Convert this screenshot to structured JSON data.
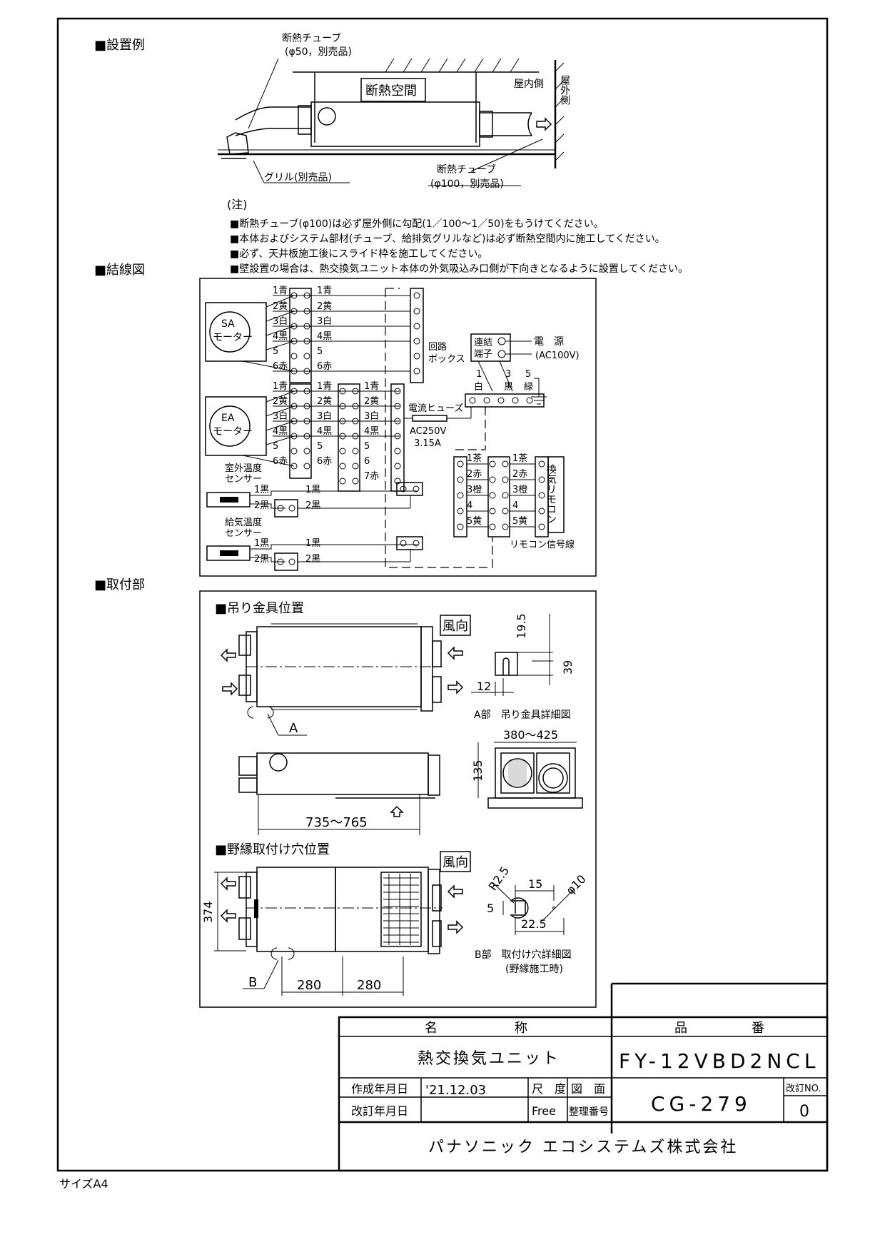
{
  "sections": {
    "install": "■設置例",
    "wiring": "■結線図",
    "mounting": "■取付部"
  },
  "install": {
    "tube50": "断熱チューブ",
    "tube50_spec": "(φ50，別売品)",
    "space": "断熱空間",
    "indoor": "屋内側",
    "outdoor": "屋外側",
    "grille": "グリル(別売品)",
    "tube100": "断熱チューブ",
    "tube100_spec": "(φ100，別売品)"
  },
  "notes": {
    "head": "(注)",
    "n1": "■断熱チューブ(φ100)は必ず屋外側に勾配(1／100～1／50)をもうけてください。",
    "n2": "■本体およびシステム部材(チューブ、給排気グリルなど)は必ず断熱空間内に施工してください。",
    "n3": "■必ず、天井板施工後にスライド枠を施工してください。",
    "n4": "■壁設置の場合は、熱交換気ユニット本体の外気吸込み口側が下向きとなるように設置してください。"
  },
  "wiring": {
    "sa_motor": [
      "SA",
      "モーター"
    ],
    "ea_motor": [
      "EA",
      "モーター"
    ],
    "sa_pins": [
      "1青",
      "2黄",
      "3白",
      "4黒",
      "5",
      "6赤"
    ],
    "ea_pins": [
      "1青",
      "2黄",
      "3白",
      "4黒",
      "5",
      "6赤"
    ],
    "ea_mid": [
      "1青",
      "2黄",
      "3白",
      "4黒",
      "5",
      "6赤"
    ],
    "ea_right": [
      "1青",
      "2黄",
      "3白",
      "4黒",
      "5",
      "6",
      "7赤"
    ],
    "circuit_box": [
      "回路",
      "ボックス"
    ],
    "terminal": [
      "連結",
      "端子"
    ],
    "power": "電　源",
    "power_v": "(AC100V)",
    "term_nums": [
      "1",
      "3",
      "5"
    ],
    "term_cols": [
      "白",
      "黒",
      "緑"
    ],
    "fuse": "電流ヒューズ",
    "fuse_v": "AC250V",
    "fuse_a": "3.15A",
    "outdoor_sensor": [
      "室外温度",
      "センサー"
    ],
    "supply_sensor": [
      "給気温度",
      "センサー"
    ],
    "sensor_pins": [
      "1黒",
      "2黒"
    ],
    "remote_left": [
      "1茶",
      "2赤",
      "3橙",
      "4",
      "5黄"
    ],
    "remote_right": [
      "1茶",
      "2赤",
      "3橙",
      "4",
      "5黄"
    ],
    "remote": "換気リモコン",
    "remote_wire": "リモコン信号線"
  },
  "mounting": {
    "hang_title": "■吊り金具位置",
    "wind": "風向",
    "a_label": "A",
    "dim_195": "19.5",
    "dim_39": "39",
    "dim_12": "12",
    "a_caption": "A部　吊り金具詳細図",
    "dim_380": "380～425",
    "dim_135": "135",
    "dim_735": "735～765",
    "nobuchi_title": "■野縁取付け穴位置",
    "dim_r25": "R2.5",
    "dim_15": "15",
    "dim_10": "φ10",
    "dim_5": "5",
    "dim_225": "22.5",
    "b_caption": "B部　取付け穴詳細図",
    "b_caption2": "(野縁施工時)",
    "dim_374": "374",
    "b_label": "B",
    "dim_280a": "280",
    "dim_280b": "280"
  },
  "title_block": {
    "name_head": "名　　　　　　称",
    "product_head": "品　　　　　番",
    "name": "熱交換気ユニット",
    "model": "FY-12VBD2NCL",
    "created_label": "作成年月日",
    "created": "'21.12.03",
    "revised_label": "改訂年月日",
    "revised": "",
    "scale_label": "尺　度",
    "scale": "Free",
    "drawing_label": "図　面",
    "drawing_label2": "整理番号",
    "drawing_no": "CG-279",
    "rev_label": "改訂NO.",
    "rev_no": "0",
    "company": "パナソニック エコシステムズ株式会社"
  },
  "size": "サイズA4"
}
